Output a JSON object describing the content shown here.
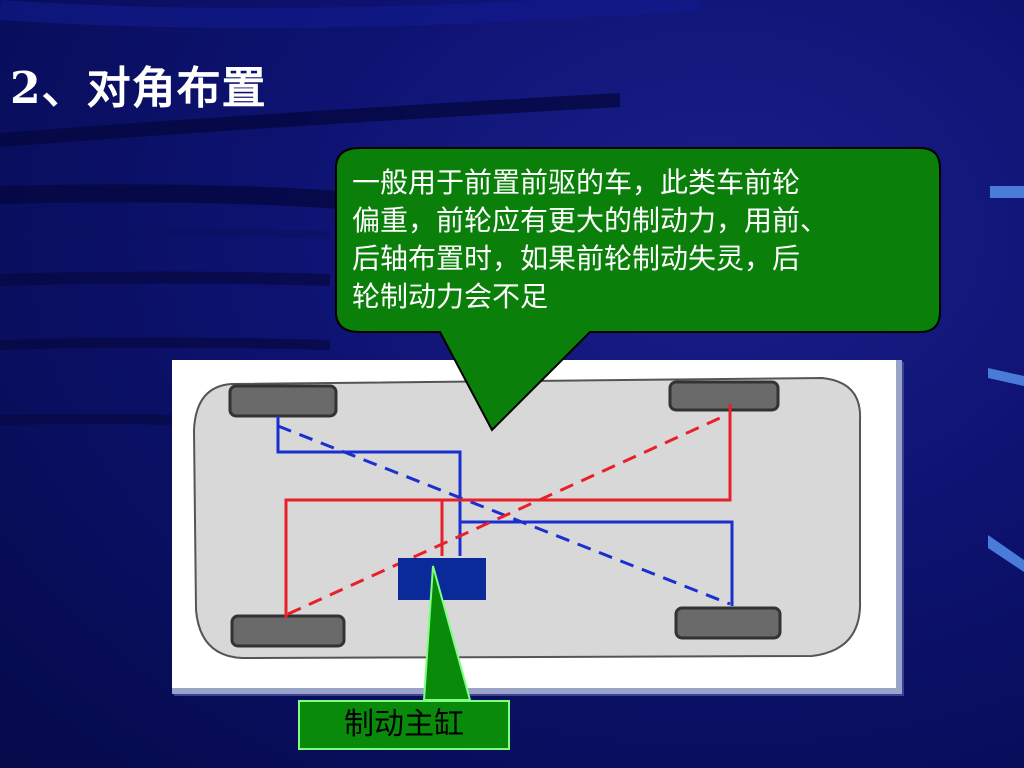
{
  "slide": {
    "title": "2、对角布置",
    "callout_lines": [
      "一般用于前置前驱的车，此类车前轮",
      "偏重，前轮应有更大的制动力，用前、",
      "后轴布置时，如果前轮制动失灵，后",
      "轮制动力会不足"
    ],
    "label": "制动主缸"
  },
  "colors": {
    "background": "#0d1270",
    "callout_fill": "#0a7f0a",
    "circuit_red": "#e8202a",
    "circuit_blue": "#1a2fd0",
    "master_cylinder": "#0a2a9a"
  }
}
